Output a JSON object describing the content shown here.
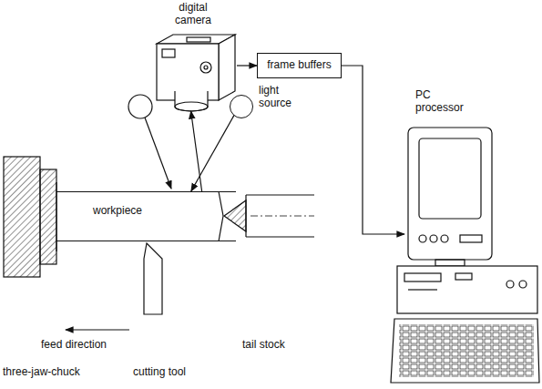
{
  "diagram": {
    "nodes": [
      {
        "text": [
          "digital camera"
        ]
      },
      {
        "text": [
          "frame buffers"
        ]
      },
      {
        "text": [
          "PC processor"
        ]
      },
      {
        "text": [
          "light source"
        ]
      },
      {
        "text": [
          "workpiece"
        ]
      }
    ],
    "edges": [
      {
        "from": 0,
        "to": 1,
        "arrow": "to"
      },
      {
        "from": 1,
        "to": 2,
        "arrow": "to"
      },
      {
        "from": 4,
        "to": 0,
        "arrow": "to"
      },
      {
        "from": 3,
        "to": 4,
        "arrow": "to"
      }
    ],
    "labels": [
      "feed direction",
      "three-jaw-chuck",
      "cutting tool",
      "tail stock"
    ]
  }
}
